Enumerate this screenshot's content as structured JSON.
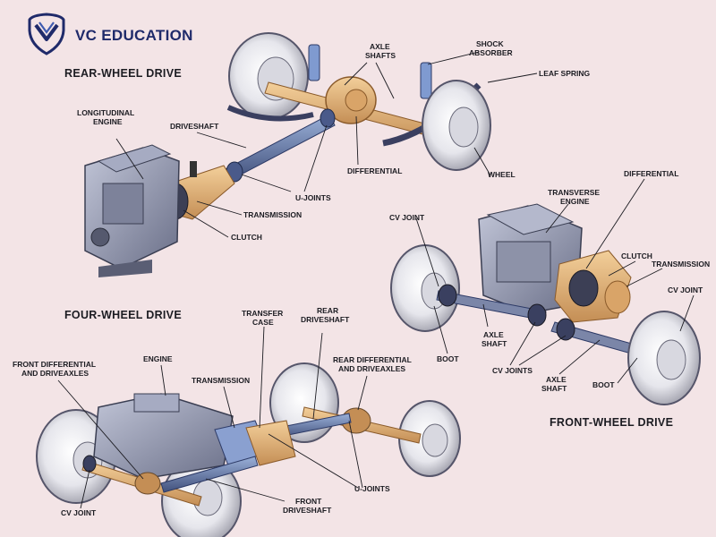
{
  "brand": {
    "name": "VC EDUCATION"
  },
  "colors": {
    "brand": "#1f2a6a",
    "axle": "#e2b27a",
    "engine": "#8a8fa8",
    "tire": "#f4f4f6",
    "background": "#f3e4e6"
  },
  "sections": {
    "rear": {
      "title": "REAR-WHEEL DRIVE",
      "labels": {
        "axle_shafts_1": "AXLE",
        "axle_shafts_2": "SHAFTS",
        "shock_1": "SHOCK",
        "shock_2": "ABSORBER",
        "leaf_spring": "LEAF SPRING",
        "engine_1": "LONGITUDINAL",
        "engine_2": "ENGINE",
        "driveshaft": "DRIVESHAFT",
        "differential": "DIFFERENTIAL",
        "wheel": "WHEEL",
        "u_joints": "U-JOINTS",
        "transmission": "TRANSMISSION",
        "clutch": "CLUTCH"
      }
    },
    "front": {
      "title": "FRONT-WHEEL DRIVE",
      "labels": {
        "differential": "DIFFERENTIAL",
        "engine_1": "TRANSVERSE",
        "engine_2": "ENGINE",
        "cv_joint_left": "CV JOINT",
        "clutch": "CLUTCH",
        "transmission": "TRANSMISSION",
        "cv_joint_right": "CV JOINT",
        "axle_shaft_left_1": "AXLE",
        "axle_shaft_left_2": "SHAFT",
        "boot_left": "BOOT",
        "cv_joints": "CV JOINTS",
        "axle_shaft_right_1": "AXLE",
        "axle_shaft_right_2": "SHAFT",
        "boot_right": "BOOT"
      }
    },
    "four": {
      "title": "FOUR-WHEEL DRIVE",
      "labels": {
        "transfer_case_1": "TRANSFER",
        "transfer_case_2": "CASE",
        "rear_driveshaft_1": "REAR",
        "rear_driveshaft_2": "DRIVESHAFT",
        "front_diff_1": "FRONT DIFFERENTIAL",
        "front_diff_2": "AND DRIVEAXLES",
        "engine": "ENGINE",
        "transmission": "TRANSMISSION",
        "rear_diff_1": "REAR DIFFERENTIAL",
        "rear_diff_2": "AND DRIVEAXLES",
        "cv_joint": "CV JOINT",
        "front_driveshaft_1": "FRONT",
        "front_driveshaft_2": "DRIVESHAFT",
        "u_joints": "U-JOINTS"
      }
    }
  }
}
